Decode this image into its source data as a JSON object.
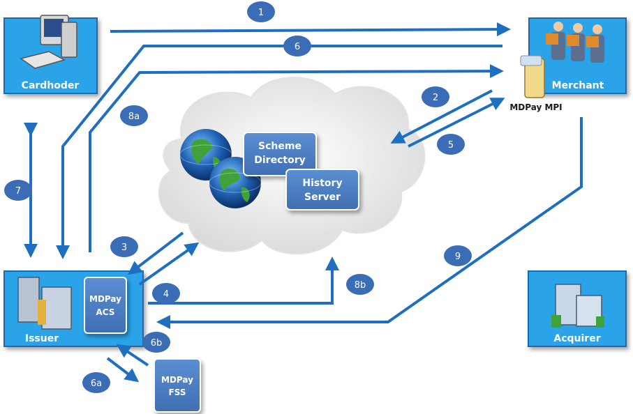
{
  "nodes": {
    "cardholder": "Cardhoder",
    "merchant": "Merchant",
    "mpi": "MDPay MPI",
    "issuer": "Issuer",
    "acquirer": "Acquirer",
    "acs_line1": "MDPay",
    "acs_line2": "ACS",
    "fss_line1": "MDPay",
    "fss_line2": "FSS",
    "scheme_line1": "Scheme",
    "scheme_line2": "Directory",
    "history_line1": "History",
    "history_line2": "Server"
  },
  "steps": [
    "1",
    "6",
    "2",
    "5",
    "8a",
    "7",
    "3",
    "4",
    "8b",
    "9",
    "6b",
    "6a"
  ],
  "colors": {
    "arrow": "#1f6fc0",
    "box": "#2aa3e8",
    "box_border": "#1a6bb0",
    "inner_box": "#4b7fc4",
    "badge": "#3a6db5"
  },
  "icons": {
    "cardholder": "computer-icon",
    "merchant": "people-icon",
    "mpi": "server-icon",
    "issuer": "bank-building-icon",
    "acquirer": "office-building-icon",
    "directory": "globe-icon"
  }
}
